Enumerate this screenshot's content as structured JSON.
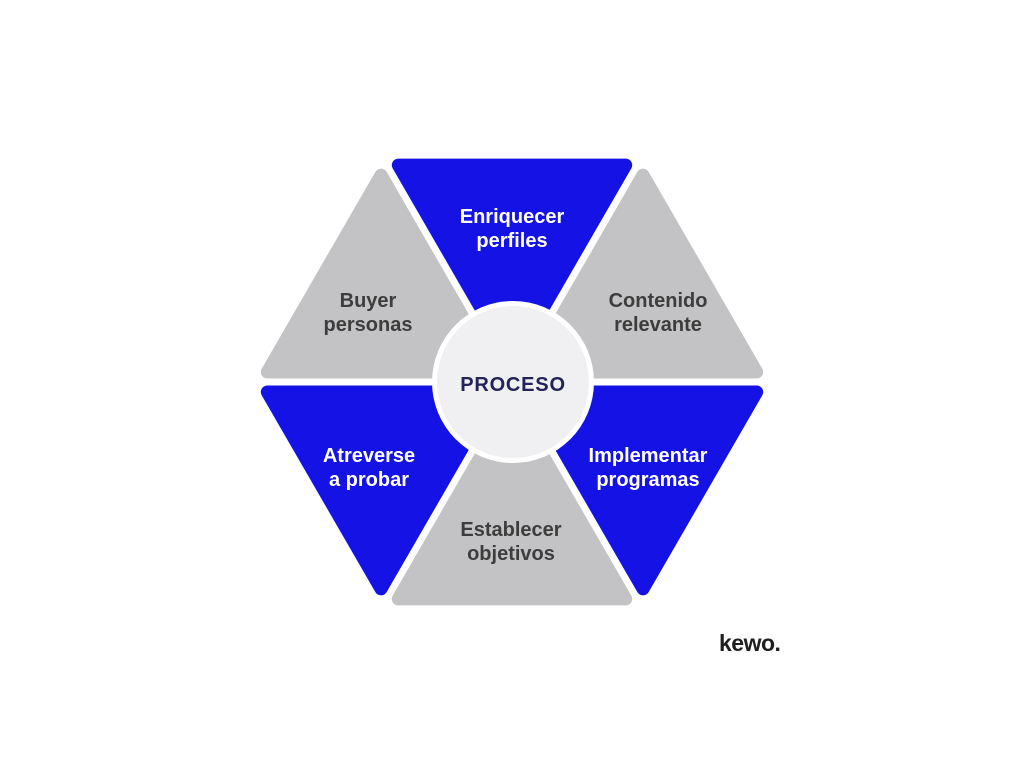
{
  "diagram": {
    "center": {
      "label": "PROCESO",
      "text_color": "#232359",
      "circle_color": "#f0eff1"
    },
    "colors": {
      "blue": "#1512e6",
      "gray": "#c3c2c4",
      "label_on_blue": "#ffffff",
      "label_on_gray": "#3d3d3d",
      "gap": "#ffffff"
    },
    "segments": [
      {
        "name": "enriquecer-perfiles",
        "position": "top",
        "line1": "Enriquecer",
        "line2": "perfiles",
        "variant": "blue"
      },
      {
        "name": "buyer-personas",
        "position": "top-left",
        "line1": "Buyer",
        "line2": "personas",
        "variant": "gray"
      },
      {
        "name": "contenido-relevante",
        "position": "top-right",
        "line1": "Contenido",
        "line2": "relevante",
        "variant": "gray"
      },
      {
        "name": "atreverse-a-probar",
        "position": "bottom-left",
        "line1": "Atreverse",
        "line2": "a probar",
        "variant": "blue"
      },
      {
        "name": "implementar-programas",
        "position": "bottom-right",
        "line1": "Implementar",
        "line2": "programas",
        "variant": "blue"
      },
      {
        "name": "establecer-objetivos",
        "position": "bottom",
        "line1": "Establecer",
        "line2": "objetivos",
        "variant": "gray"
      }
    ]
  },
  "footer": {
    "brand": "kewo.",
    "brand_color": "#1e1e1e"
  }
}
